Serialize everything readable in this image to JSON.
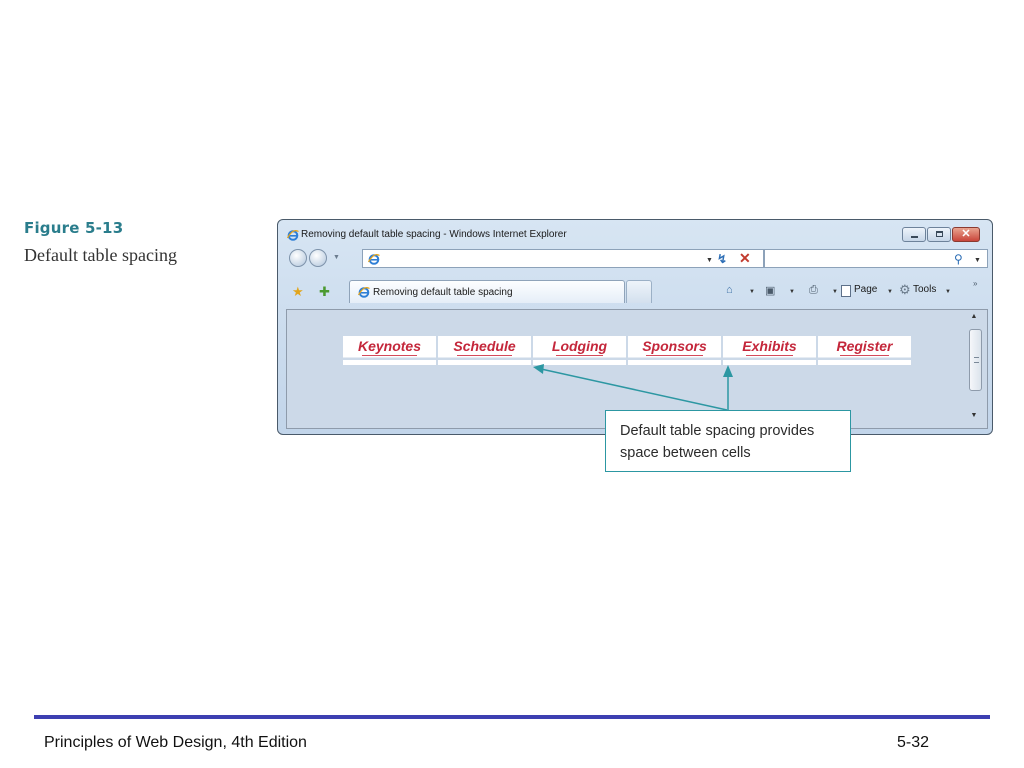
{
  "figure": {
    "label": "Figure 5-13",
    "caption": "Default table spacing"
  },
  "browser": {
    "window_title": "Removing default table spacing - Windows Internet Explorer",
    "address_value": "",
    "search_value": "",
    "tab_title": "Removing default table spacing",
    "menu_page": "Page",
    "menu_tools": "Tools",
    "glyphs": {
      "dropdown": "▼",
      "refresh": "↯",
      "stop": "✕",
      "search": "⚲",
      "star": "★",
      "add_favorite": "✚",
      "home": "⌂",
      "feeds": "▣",
      "print": "⎙",
      "gear": "⚙",
      "more": "»",
      "scroll_up": "▲",
      "scroll_down": "▼",
      "close": "✕"
    }
  },
  "table": {
    "links": [
      "Keynotes",
      "Schedule",
      "Lodging",
      "Sponsors",
      "Exhibits",
      "Register"
    ]
  },
  "callout": {
    "line1": "Default table spacing provides",
    "line2": "space between cells"
  },
  "footer": {
    "title": "Principles of Web Design, 4th Edition",
    "page": "5-32"
  },
  "colors": {
    "figure_label": "#2a7d8c",
    "link": "#c4273b",
    "callout_border": "#2c97a2",
    "footer_rule": "#3d3fb1"
  }
}
